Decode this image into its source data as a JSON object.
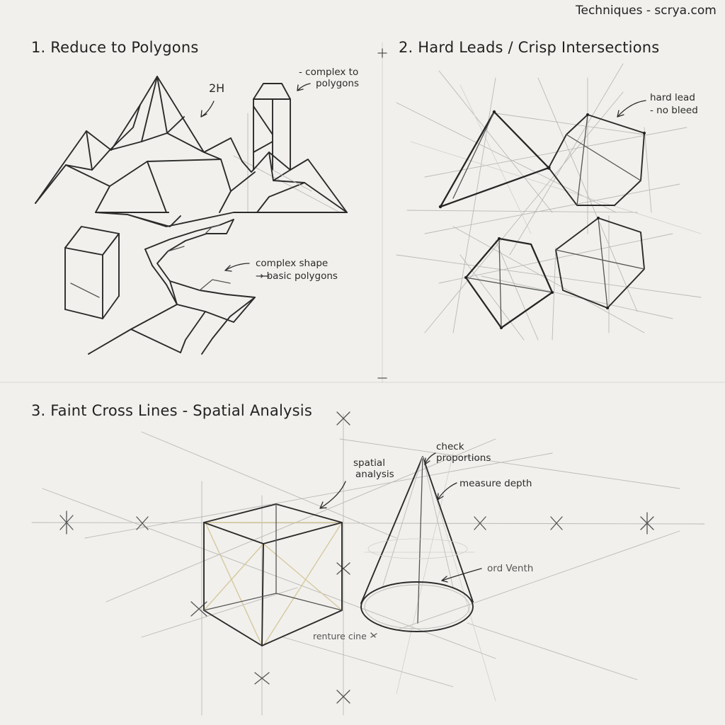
{
  "header": {
    "credit": "Techniques - scrya.com"
  },
  "panels": [
    {
      "title": "1. Reduce to Polygons",
      "notes": {
        "lead_grade": "2H",
        "complex_to": "- complex to",
        "polygons": "polygons",
        "complex_shape": "complex shape",
        "basic_polygons": "→ basic polygons"
      }
    },
    {
      "title": "2. Hard Leads / Crisp Intersections",
      "notes": {
        "hard_lead": "hard lead",
        "no_bleed": "- no bleed"
      }
    },
    {
      "title": "3. Faint Cross Lines - Spatial Analysis",
      "notes": {
        "spatial": "spatial",
        "analysis": "analysis",
        "check": "check",
        "proportions": "proportions",
        "measure_depth": "measure depth",
        "ord_venth": "ord Venth",
        "renture_cine": "renture cine"
      }
    }
  ],
  "colors": {
    "paper": "#f1f0ec",
    "graphite": "#2b2b2b",
    "construction": "#b9b9b6",
    "yellow_guide": "#d6c9a0"
  }
}
